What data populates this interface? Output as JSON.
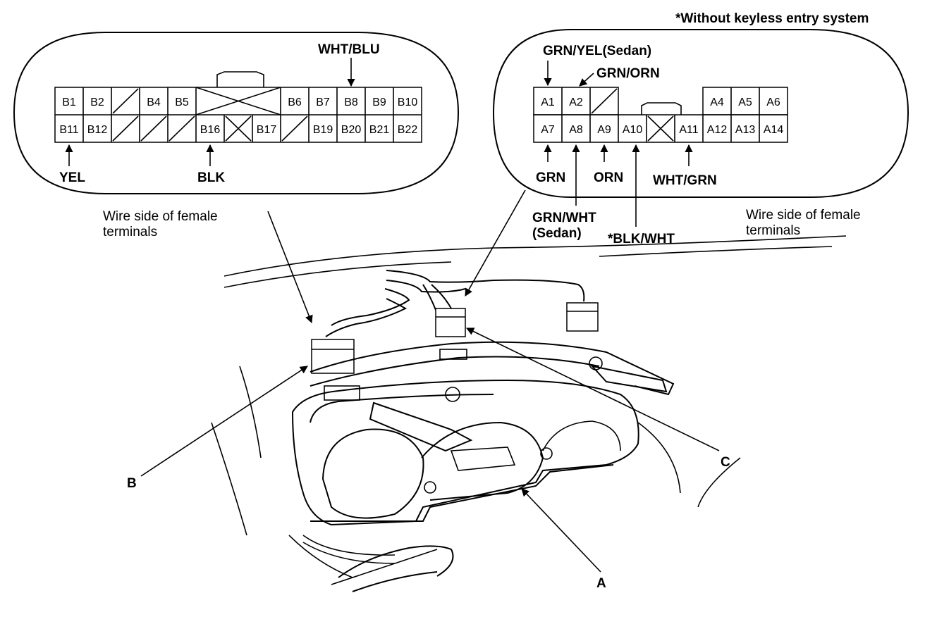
{
  "footnote": "*Without keyless entry system",
  "connector_b": {
    "top_row": [
      "B1",
      "B2",
      "",
      "B4",
      "B5",
      "",
      "",
      "B6",
      "B7",
      "B8",
      "B9",
      "B10"
    ],
    "bottom_row": [
      "B11",
      "B12",
      "",
      "",
      "",
      "B16",
      "",
      "B17",
      "",
      "B19",
      "B20",
      "B21",
      "B22"
    ],
    "wire_labels": {
      "wht_blu": "WHT/BLU",
      "yel": "YEL",
      "blk": "BLK"
    },
    "caption_line1": "Wire side of female",
    "caption_line2": "terminals"
  },
  "connector_a": {
    "top_row": [
      "A1",
      "A2",
      "",
      "A4",
      "A5",
      "A6"
    ],
    "bottom_row": [
      "A7",
      "A8",
      "A9",
      "A10",
      "",
      "A11",
      "A12",
      "A13",
      "A14"
    ],
    "wire_labels": {
      "grn_yel": "GRN/YEL(Sedan)",
      "grn_orn": "GRN/ORN",
      "grn": "GRN",
      "orn": "ORN",
      "wht_grn": "WHT/GRN",
      "grn_wht": "GRN/WHT",
      "sedan": "(Sedan)",
      "blk_wht": "*BLK/WHT"
    },
    "caption_line1": "Wire side of female",
    "caption_line2": "terminals"
  },
  "callouts": {
    "a": "A",
    "b": "B",
    "c": "C"
  }
}
